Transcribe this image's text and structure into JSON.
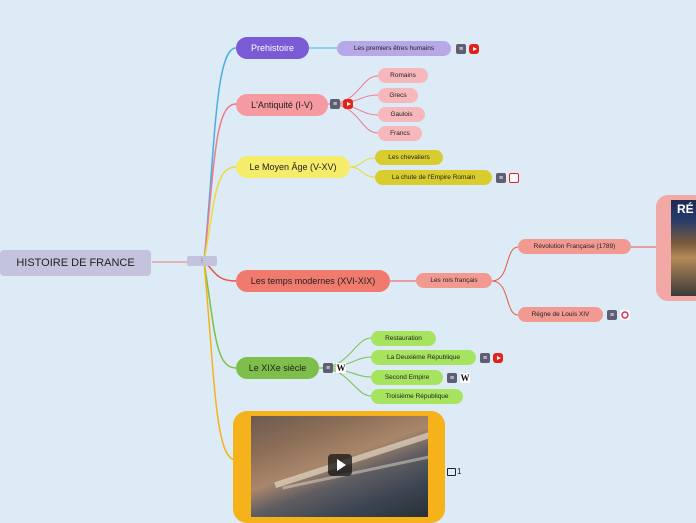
{
  "root": {
    "title": "HISTOIRE DE FRANCE"
  },
  "branches": [
    {
      "key": "prehistoire",
      "label": "Prehistoire",
      "color": "#7b5ad6",
      "text_color": "#ffffff",
      "children": [
        {
          "label": "Les premiers êtres humains",
          "icons": [
            "note-icon",
            "youtube-icon"
          ]
        }
      ]
    },
    {
      "key": "antiquite",
      "label": "L'Antiquité (I-V)",
      "color": "#f59aa0",
      "text_color": "#222222",
      "icons": [
        "note-icon",
        "youtube-icon"
      ],
      "children": [
        {
          "label": "Romains"
        },
        {
          "label": "Grecs"
        },
        {
          "label": "Gaulois"
        },
        {
          "label": "Francs"
        }
      ]
    },
    {
      "key": "moyen-age",
      "label": "Le Moyen Âge (V-XV)",
      "color": "#f5ec6a",
      "text_color": "#222222",
      "children": [
        {
          "label": "Les chevaliers"
        },
        {
          "label": "La chute de l'Empire Romain",
          "icons": [
            "note-icon",
            "link-icon"
          ]
        }
      ]
    },
    {
      "key": "temps-modernes",
      "label": "Les temps modernes (XVI-XIX)",
      "color": "#f07a6d",
      "text_color": "#222222",
      "children": [
        {
          "label": "Les rois français",
          "children": [
            {
              "label": "Révolution Française (1789)",
              "icons": [
                "image"
              ]
            },
            {
              "label": "Régne de Louis XIV",
              "icons": [
                "note-icon",
                "link-icon"
              ]
            }
          ]
        }
      ]
    },
    {
      "key": "xixe-siecle",
      "label": "Le XIXe siècle",
      "color": "#7dbf4a",
      "text_color": "#222222",
      "icons": [
        "note-icon",
        "wikipedia-icon"
      ],
      "children": [
        {
          "label": "Restauration"
        },
        {
          "label": "La Deuxième République",
          "icons": [
            "note-icon",
            "youtube-icon"
          ]
        },
        {
          "label": "Second Empire",
          "icons": [
            "note-icon",
            "wikipedia-icon"
          ]
        },
        {
          "label": "Troisième République"
        }
      ]
    }
  ],
  "media": {
    "video_comment_count": "1",
    "side_image_text": "RÉ"
  },
  "colors": {
    "background": "#dcebf5",
    "prehistoire_sub": "#b7a8e8",
    "antiquite_sub": "#f7b8bb",
    "moyen_age_sub": "#d9cc2e",
    "temps_modernes_sub": "#f29a92",
    "xixe_sub": "#a6e35e",
    "image_frame": "#f6b21b"
  }
}
